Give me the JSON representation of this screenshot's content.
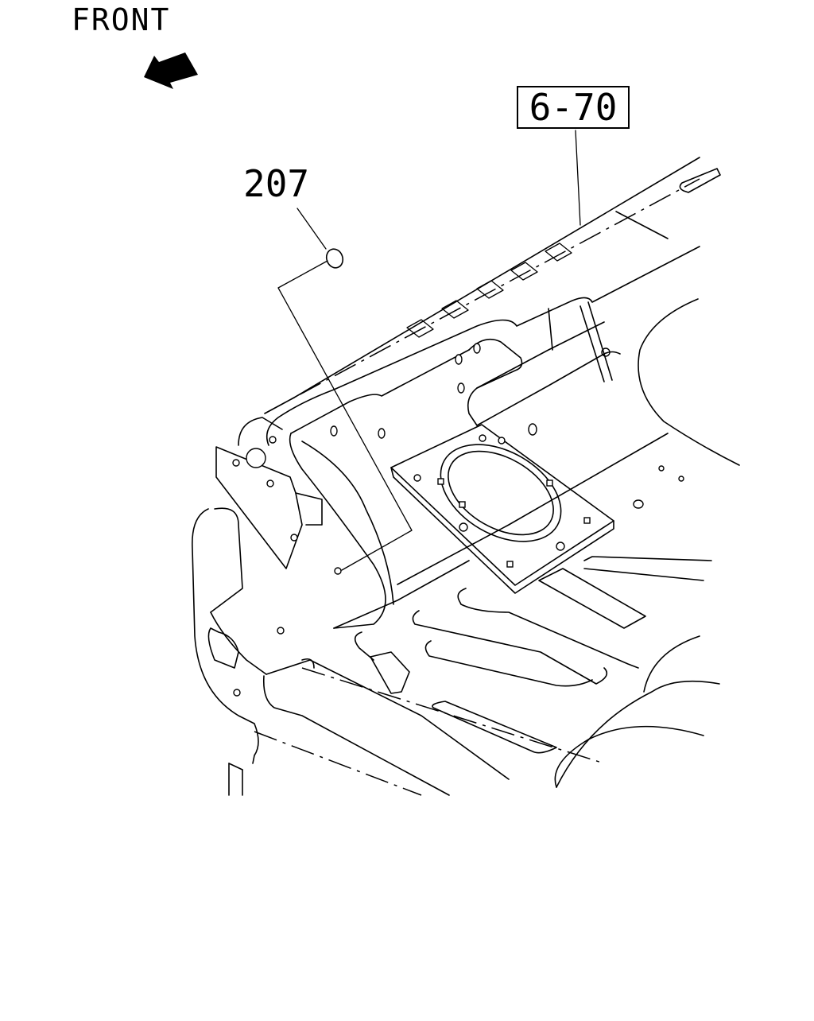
{
  "orientation": {
    "label": "FRONT",
    "arrow_icon": "front-direction-arrow-icon"
  },
  "callouts": {
    "part_number": "207",
    "reference": "6-70"
  }
}
